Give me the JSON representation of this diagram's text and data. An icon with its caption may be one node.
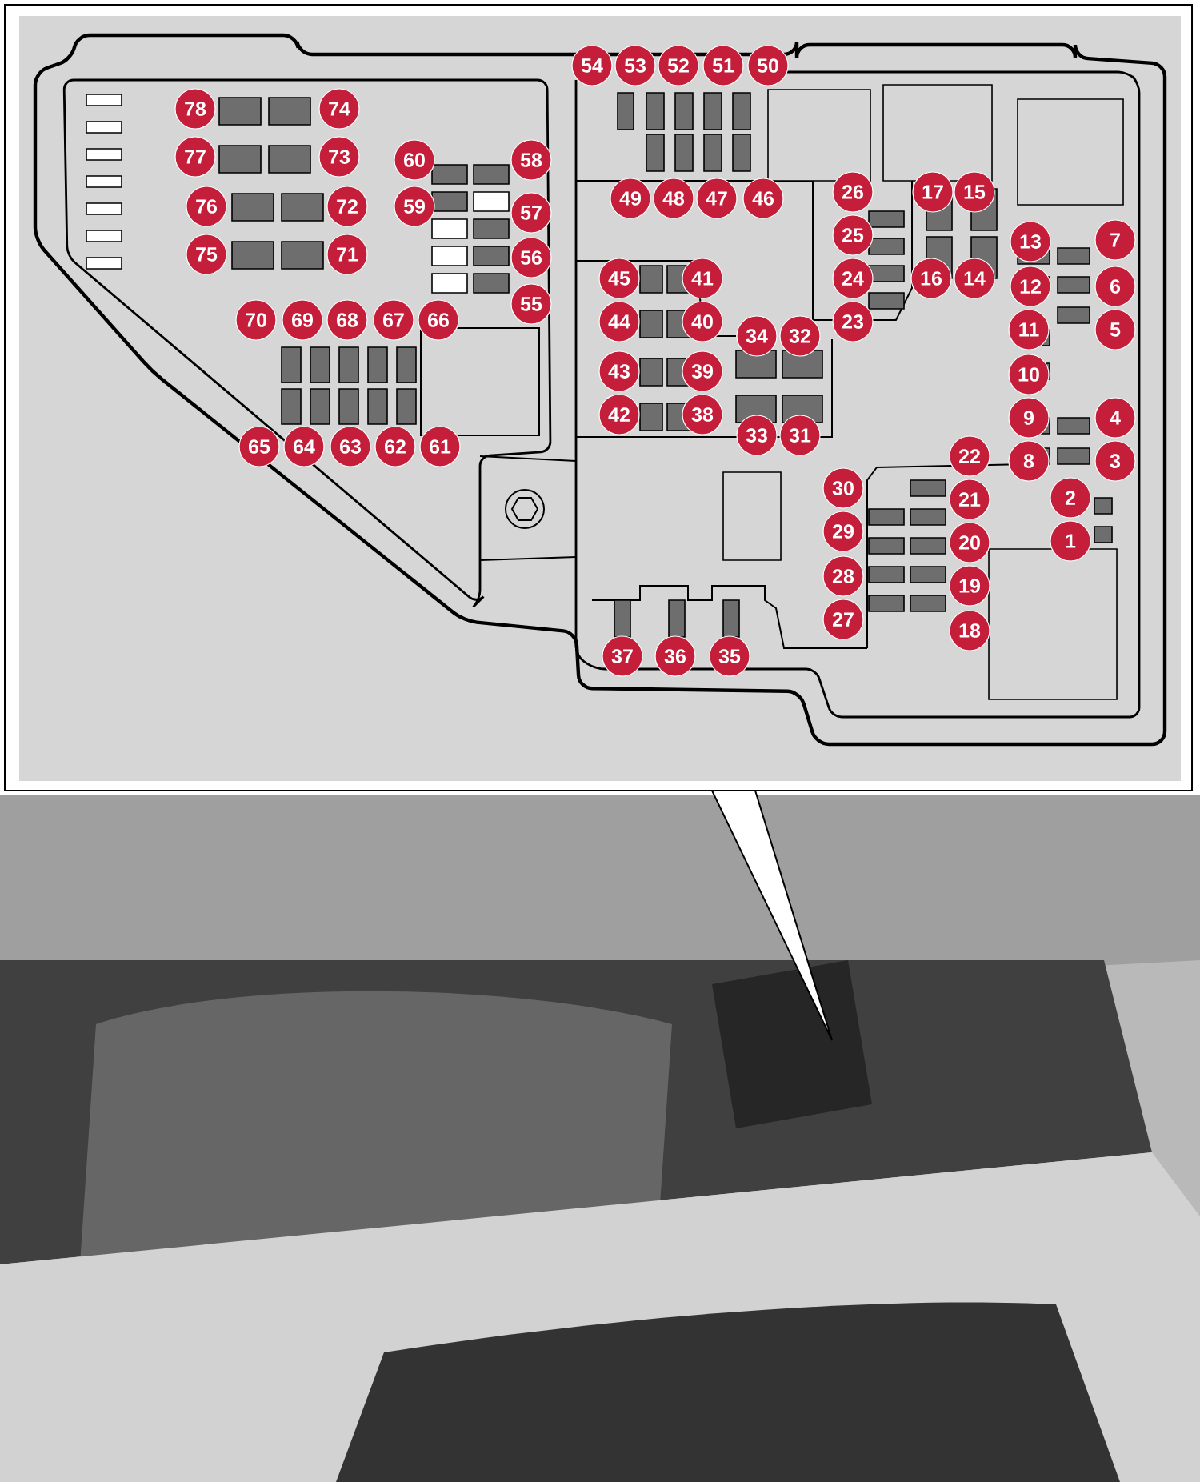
{
  "diagram": {
    "labels": [
      "54",
      "53",
      "52",
      "51",
      "50",
      "78",
      "74",
      "77",
      "73",
      "60",
      "58",
      "76",
      "72",
      "59",
      "57",
      "49",
      "48",
      "47",
      "46",
      "26",
      "17",
      "15",
      "25",
      "13",
      "7",
      "75",
      "71",
      "56",
      "45",
      "41",
      "24",
      "16",
      "14",
      "12",
      "6",
      "55",
      "70",
      "69",
      "68",
      "67",
      "66",
      "44",
      "40",
      "23",
      "11",
      "5",
      "34",
      "32",
      "43",
      "39",
      "10",
      "42",
      "38",
      "9",
      "4",
      "33",
      "31",
      "65",
      "64",
      "63",
      "62",
      "61",
      "22",
      "8",
      "3",
      "30",
      "21",
      "2",
      "29",
      "20",
      "1",
      "28",
      "19",
      "27",
      "18",
      "37",
      "36",
      "35"
    ]
  }
}
